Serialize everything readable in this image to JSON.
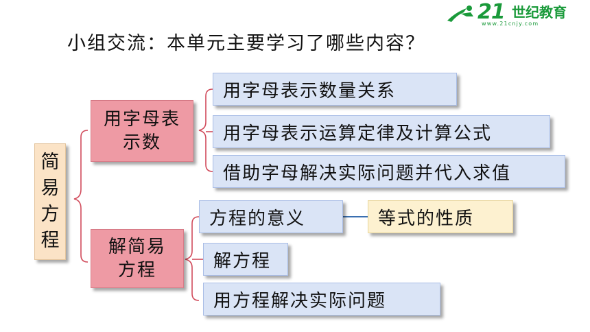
{
  "logo": {
    "number": "21",
    "name": "世纪教育",
    "url": "www.21cnjy.com",
    "brand_color": "#1a9a3a"
  },
  "question": "小组交流：本单元主要学习了哪些内容？",
  "root": {
    "label": [
      "简",
      "易",
      "方",
      "程"
    ]
  },
  "branches": [
    {
      "label": [
        "用字母表",
        "示数"
      ],
      "children": [
        "用字母表示数量关系",
        "用字母表示运算定律及计算公式",
        "借助字母解决实际问题并代入求值"
      ]
    },
    {
      "label": [
        "解简易",
        "方程"
      ],
      "children": [
        "方程的意义",
        "解方程",
        "用方程解决实际问题"
      ],
      "linked": "等式的性质"
    }
  ],
  "colors": {
    "leaf_fill": "#dae4f6",
    "branch_fill": "#ee9aa4",
    "root_fill": "#fbe3c6",
    "link_fill": "#fdf1d0",
    "bracket": "#d14b5b",
    "link_line": "#3a6fb0"
  }
}
